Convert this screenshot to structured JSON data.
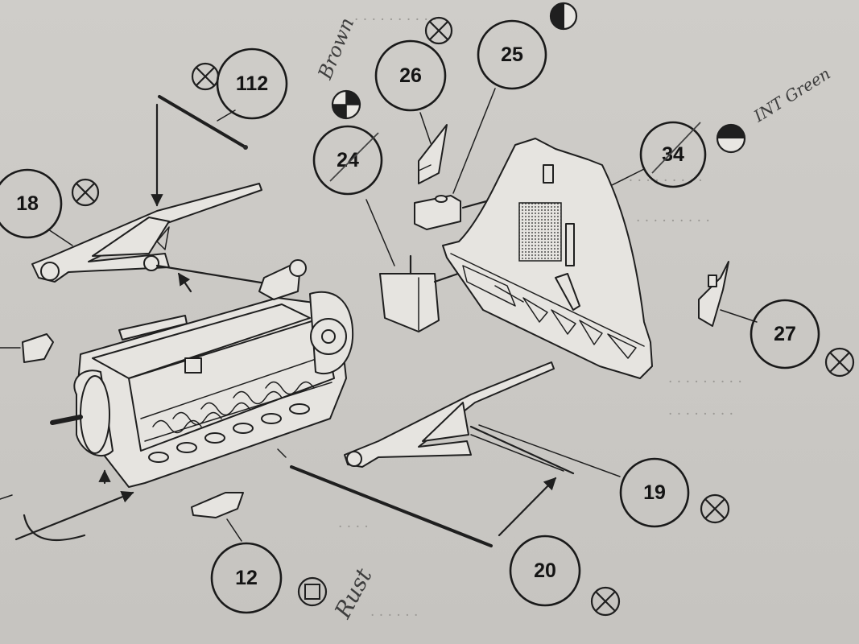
{
  "callouts": [
    {
      "number": "112",
      "paint": "matt-black"
    },
    {
      "number": "18",
      "paint": "matt-black"
    },
    {
      "number": "26",
      "paint": "matt-black"
    },
    {
      "number": "25",
      "paint": "half-black"
    },
    {
      "number": "24",
      "paint": "quarter-black"
    },
    {
      "number": "34",
      "paint": "half-black-lower"
    },
    {
      "number": "27",
      "paint": "matt-black"
    },
    {
      "number": "19",
      "paint": "matt-black"
    },
    {
      "number": "20",
      "paint": "matt-black"
    },
    {
      "number": "12",
      "paint": "square-symbol"
    }
  ],
  "handwritten_notes": {
    "brown": "Brown",
    "int_green": "INT Green",
    "rust": "Rust"
  },
  "colors": {
    "paper": "#c8c6c2",
    "ink": "#1f1f1f",
    "pencil": "#3e3e3e"
  }
}
